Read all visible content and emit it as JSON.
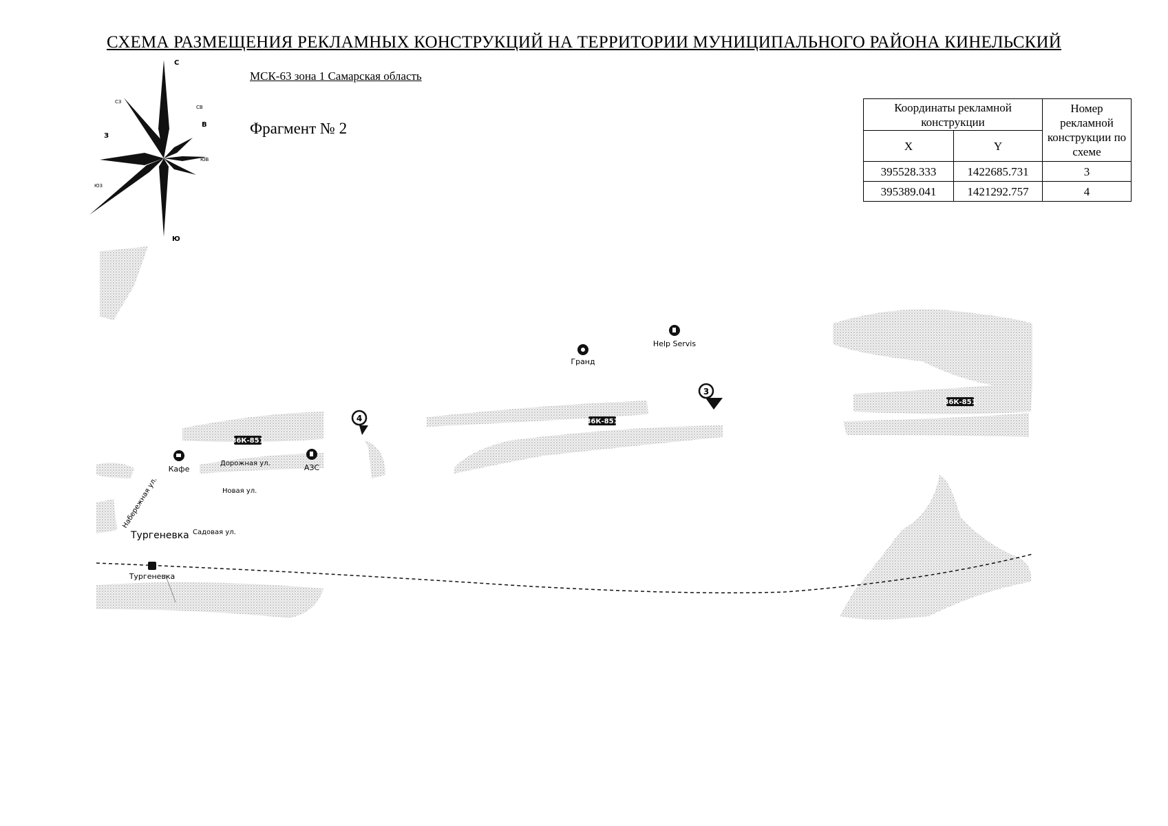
{
  "title": "СХЕМА РАЗМЕЩЕНИЯ РЕКЛАМНЫХ КОНСТРУКЦИЙ НА ТЕРРИТОРИИ МУНИЦИПАЛЬНОГО РАЙОНА КИНЕЛЬСКИЙ",
  "coord_system": "МСК-63 зона 1 Самарская область",
  "fragment": "Фрагмент № 2",
  "compass": {
    "n": "С",
    "s": "Ю",
    "e": "В",
    "w": "З",
    "nw": "СЗ",
    "ne": "СВ",
    "se": "ЮВ",
    "sw": "ЮЗ"
  },
  "table": {
    "header_coords": "Координаты рекламной конструкции",
    "header_number": "Номер рекламной конструкции по схеме",
    "col_x": "X",
    "col_y": "Y",
    "rows": [
      {
        "x": "395528.333",
        "y": "1422685.731",
        "n": "3"
      },
      {
        "x": "395389.041",
        "y": "1421292.757",
        "n": "4"
      }
    ]
  },
  "map": {
    "road_badge": "36К-851",
    "poi": {
      "grand": "Гранд",
      "help_servis": "Help Servis",
      "cafe": "Кафе",
      "azs": "АЗС"
    },
    "streets": {
      "dorozhnaya": "Дорожная ул.",
      "novaya": "Новая ул.",
      "naberezhnaya": "Набережная ул.",
      "sadovaya": "Садовая ул."
    },
    "village": "Тургеневка",
    "station": "Тургеневка",
    "markers": [
      "3",
      "4"
    ]
  }
}
